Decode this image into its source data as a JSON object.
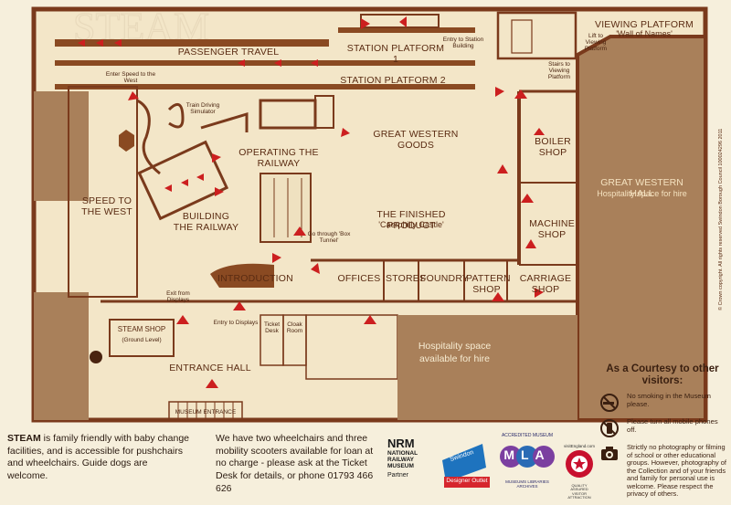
{
  "map": {
    "areas": {
      "viewing_platform": "VIEWING PLATFORM",
      "wall_of_names": "'Wall of Names'",
      "lift": "Lift to Viewing Platform",
      "stairs": "Stairs to Viewing Platform",
      "entry_station": "Entry to Station Building",
      "station_platform_1": "STATION PLATFORM 1",
      "passenger_travel": "PASSENGER TRAVEL",
      "station_platform_2": "STATION PLATFORM 2",
      "enter_speed": "Enter Speed to the West",
      "train_sim": "Train Driving Simulator",
      "great_western_goods": "GREAT WESTERN GOODS",
      "operating_railway": "OPERATING THE RAILWAY",
      "speed_to_west": "SPEED TO THE WEST",
      "building_railway": "BUILDING THE RAILWAY",
      "finished_product": "THE FINISHED PRODUCT",
      "caerphilly": "'Caerphilly Castle'",
      "go_through": "Go through 'Box Tunnel'",
      "boiler_shop": "BOILER SHOP",
      "machine_shop": "MACHINE SHOP",
      "carriage_shop": "CARRIAGE SHOP",
      "great_western_hall": "GREAT WESTERN HALL",
      "hospitality_hire": "Hospitality space for hire",
      "introduction": "INTRODUCTION",
      "offices": "OFFICES",
      "stores": "STORES",
      "foundry": "FOUNDRY",
      "pattern_shop": "PATTERN SHOP",
      "exit_displays": "Exit from Displays",
      "entry_displays": "Entry to Displays",
      "ticket_desk": "Ticket Desk",
      "cloak_room": "Cloak Room",
      "steam_shop": "STEAM SHOP",
      "ground_level": "(Ground Level)",
      "entrance_hall": "ENTRANCE HALL",
      "museum_entrance": "MUSEUM ENTRANCE",
      "hospitality_space": "Hospitality space available for hire",
      "steam_watermark": "STEAM"
    },
    "copyright": "© Crown copyright. All rights reserved Swindon Borough Council 100024296 2011",
    "colors": {
      "wall": "#7a3a1c",
      "floor": "#f3e6c8",
      "hall": "#a9805a",
      "arrow": "#cc1f1f"
    }
  },
  "courtesy": {
    "title": "As a Courtesy to other visitors:",
    "rules": [
      {
        "icon": "no-smoking-icon",
        "text": "No smoking in the Museum please."
      },
      {
        "icon": "no-phone-icon",
        "text": "Please turn all mobile phones off."
      },
      {
        "icon": "camera-icon",
        "text": "Strictly no photography or filming of school or other educational groups. However, photography of the Collection and of your friends and family for personal use is welcome. Please respect the privacy of others."
      }
    ]
  },
  "footer": {
    "family_bold": "STEAM",
    "family_text": " is family friendly with baby change facilities, and is accessible for pushchairs and wheelchairs. Guide dogs are welcome.",
    "wheelchair_text": "We have two wheelchairs and three mobility scooters available for loan at no charge - please ask at the Ticket Desk for details, or phone 01793 466 626",
    "nrm_mark": "NRM",
    "nrm_name": "NATIONAL RAILWAY MUSEUM",
    "partner": "Partner",
    "swindon": "Swindon",
    "designer_outlet": "Designer Outlet",
    "mla": "MLA",
    "mla_top": "ACCREDITED MUSEUM",
    "mla_bottom": "MUSEUMS LIBRARIES ARCHIVES",
    "visit_england": "visitEngland.com",
    "quality_assured": "QUALITY ASSURED VISITOR ATTRACTION"
  }
}
